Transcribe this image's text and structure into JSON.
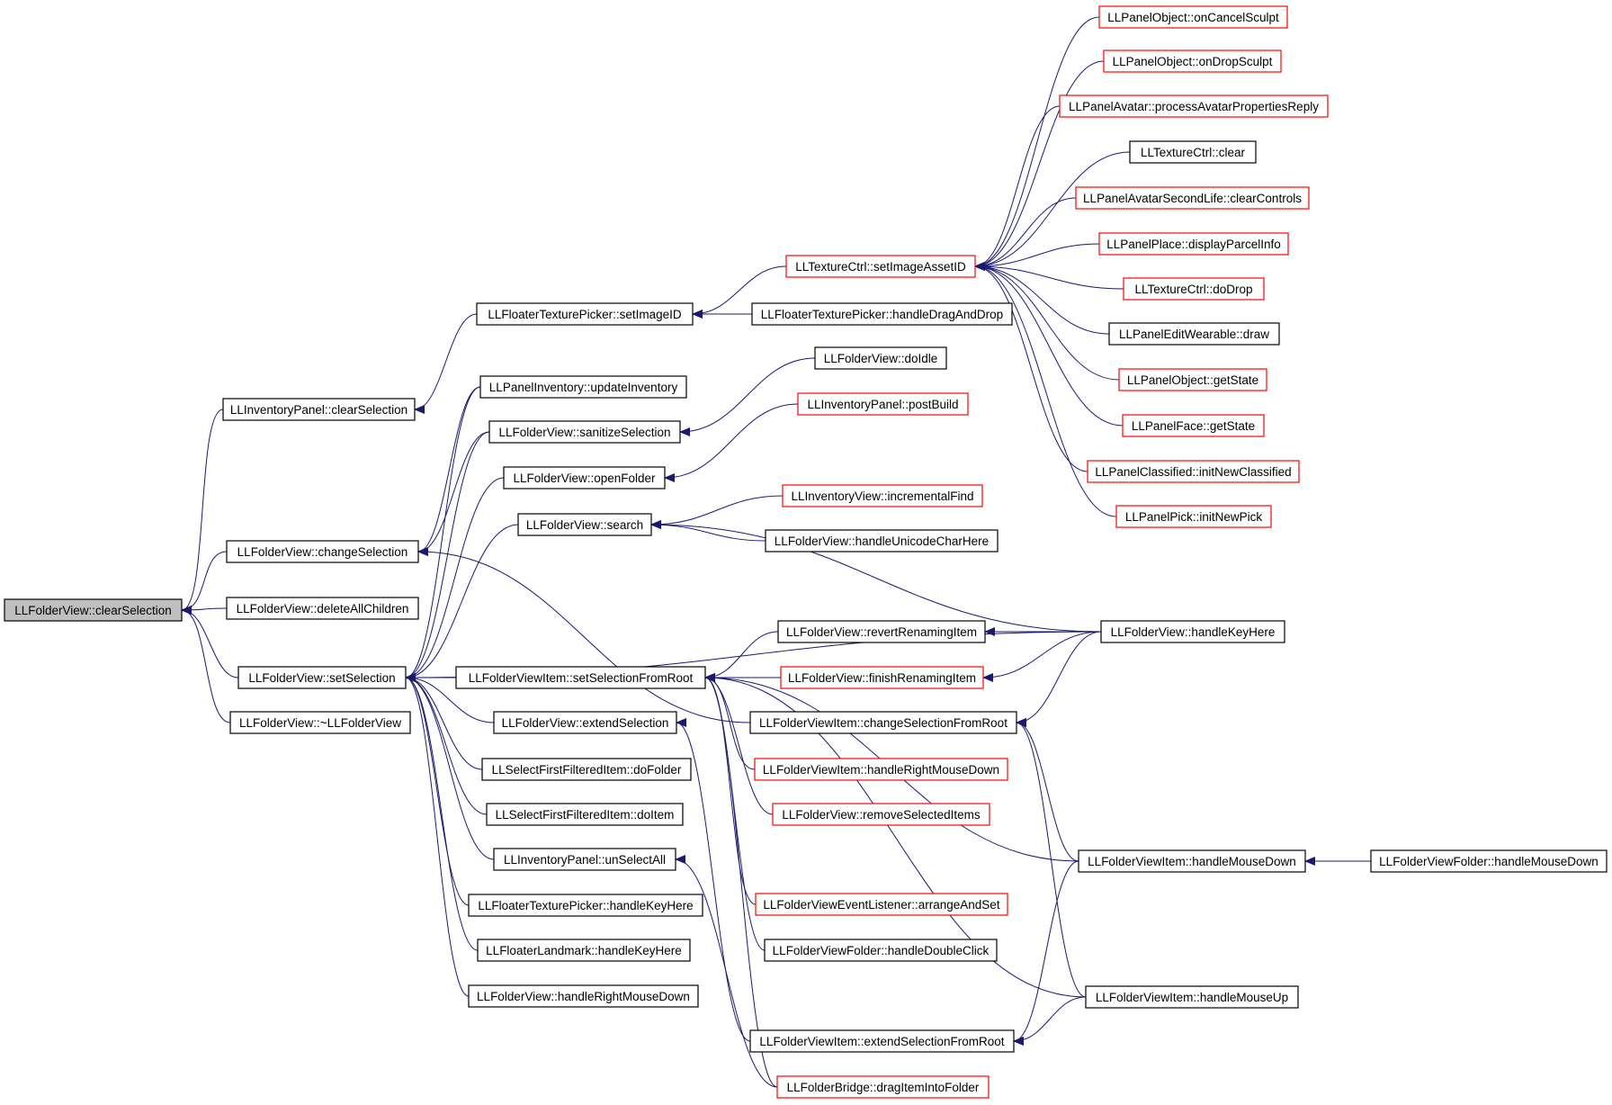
{
  "colors": {
    "edge": "#191970",
    "node_border_normal": "#000000",
    "node_border_truncated": "#ff0000",
    "node_fill_focus": "#bfbfbf",
    "node_fill": "#ffffff"
  },
  "graph": {
    "nodes": [
      {
        "id": "n_clearSel",
        "label": "LLFolderView::clearSelection",
        "style": "focus"
      },
      {
        "id": "n_invClear",
        "label": "LLInventoryPanel::clearSelection",
        "style": "normal"
      },
      {
        "id": "n_chgSel",
        "label": "LLFolderView::changeSelection",
        "style": "normal"
      },
      {
        "id": "n_delAll",
        "label": "LLFolderView::deleteAllChildren",
        "style": "normal"
      },
      {
        "id": "n_setSel",
        "label": "LLFolderView::setSelection",
        "style": "normal"
      },
      {
        "id": "n_dtor",
        "label": "LLFolderView::~LLFolderView",
        "style": "normal"
      },
      {
        "id": "n_ftpSetImg",
        "label": "LLFloaterTexturePicker::setImageID",
        "style": "normal"
      },
      {
        "id": "n_pinvUpd",
        "label": "LLPanelInventory::updateInventory",
        "style": "normal"
      },
      {
        "id": "n_sanitize",
        "label": "LLFolderView::sanitizeSelection",
        "style": "normal"
      },
      {
        "id": "n_openF",
        "label": "LLFolderView::openFolder",
        "style": "normal"
      },
      {
        "id": "n_search",
        "label": "LLFolderView::search",
        "style": "normal"
      },
      {
        "id": "n_fviSSFR",
        "label": "LLFolderViewItem::setSelectionFromRoot",
        "style": "normal"
      },
      {
        "id": "n_extSel",
        "label": "LLFolderView::extendSelection",
        "style": "normal"
      },
      {
        "id": "n_sffDoF",
        "label": "LLSelectFirstFilteredItem::doFolder",
        "style": "normal"
      },
      {
        "id": "n_sffDoI",
        "label": "LLSelectFirstFilteredItem::doItem",
        "style": "normal"
      },
      {
        "id": "n_invUnsel",
        "label": "LLInventoryPanel::unSelectAll",
        "style": "normal"
      },
      {
        "id": "n_ftpKey",
        "label": "LLFloaterTexturePicker::handleKeyHere",
        "style": "normal"
      },
      {
        "id": "n_flmKey",
        "label": "LLFloaterLandmark::handleKeyHere",
        "style": "normal"
      },
      {
        "id": "n_fvRMD",
        "label": "LLFolderView::handleRightMouseDown",
        "style": "normal"
      },
      {
        "id": "n_texSetImg",
        "label": "LLTextureCtrl::setImageAssetID",
        "style": "truncated"
      },
      {
        "id": "n_ftpDnD",
        "label": "LLFloaterTexturePicker::handleDragAndDrop",
        "style": "normal"
      },
      {
        "id": "n_doIdle",
        "label": "LLFolderView::doIdle",
        "style": "normal"
      },
      {
        "id": "n_postBuild",
        "label": "LLInventoryPanel::postBuild",
        "style": "truncated"
      },
      {
        "id": "n_incFind",
        "label": "LLInventoryView::incrementalFind",
        "style": "truncated"
      },
      {
        "id": "n_unicode",
        "label": "LLFolderView::handleUnicodeCharHere",
        "style": "normal"
      },
      {
        "id": "n_revert",
        "label": "LLFolderView::revertRenamingItem",
        "style": "normal"
      },
      {
        "id": "n_finish",
        "label": "LLFolderView::finishRenamingItem",
        "style": "truncated"
      },
      {
        "id": "n_chgSFR",
        "label": "LLFolderViewItem::changeSelectionFromRoot",
        "style": "normal"
      },
      {
        "id": "n_fviRMD",
        "label": "LLFolderViewItem::handleRightMouseDown",
        "style": "truncated"
      },
      {
        "id": "n_remSel",
        "label": "LLFolderView::removeSelectedItems",
        "style": "truncated"
      },
      {
        "id": "n_arrange",
        "label": "LLFolderViewEventListener::arrangeAndSet",
        "style": "truncated"
      },
      {
        "id": "n_fvfDbl",
        "label": "LLFolderViewFolder::handleDoubleClick",
        "style": "normal"
      },
      {
        "id": "n_extSFR",
        "label": "LLFolderViewItem::extendSelectionFromRoot",
        "style": "normal"
      },
      {
        "id": "n_dragInto",
        "label": "LLFolderBridge::dragItemIntoFolder",
        "style": "truncated"
      },
      {
        "id": "n_fvKey",
        "label": "LLFolderView::handleKeyHere",
        "style": "normal"
      },
      {
        "id": "n_fviMD",
        "label": "LLFolderViewItem::handleMouseDown",
        "style": "normal"
      },
      {
        "id": "n_fviMU",
        "label": "LLFolderViewItem::handleMouseUp",
        "style": "normal"
      },
      {
        "id": "n_fvfMD",
        "label": "LLFolderViewFolder::handleMouseDown",
        "style": "normal"
      },
      {
        "id": "n_poCancel",
        "label": "LLPanelObject::onCancelSculpt",
        "style": "truncated"
      },
      {
        "id": "n_poDrop",
        "label": "LLPanelObject::onDropSculpt",
        "style": "truncated"
      },
      {
        "id": "n_paProc",
        "label": "LLPanelAvatar::processAvatarPropertiesReply",
        "style": "truncated"
      },
      {
        "id": "n_tcClear",
        "label": "LLTextureCtrl::clear",
        "style": "normal"
      },
      {
        "id": "n_pasl",
        "label": "LLPanelAvatarSecondLife::clearControls",
        "style": "truncated"
      },
      {
        "id": "n_ppDisp",
        "label": "LLPanelPlace::displayParcelInfo",
        "style": "truncated"
      },
      {
        "id": "n_tcDrop",
        "label": "LLTextureCtrl::doDrop",
        "style": "truncated"
      },
      {
        "id": "n_pewDraw",
        "label": "LLPanelEditWearable::draw",
        "style": "normal"
      },
      {
        "id": "n_poGet",
        "label": "LLPanelObject::getState",
        "style": "truncated"
      },
      {
        "id": "n_pfGet",
        "label": "LLPanelFace::getState",
        "style": "truncated"
      },
      {
        "id": "n_pcInit",
        "label": "LLPanelClassified::initNewClassified",
        "style": "truncated"
      },
      {
        "id": "n_ppInit",
        "label": "LLPanelPick::initNewPick",
        "style": "truncated"
      }
    ],
    "edges": [
      [
        "n_invClear",
        "n_clearSel"
      ],
      [
        "n_chgSel",
        "n_clearSel"
      ],
      [
        "n_delAll",
        "n_clearSel"
      ],
      [
        "n_setSel",
        "n_clearSel"
      ],
      [
        "n_dtor",
        "n_clearSel"
      ],
      [
        "n_ftpSetImg",
        "n_invClear"
      ],
      [
        "n_pinvUpd",
        "n_chgSel"
      ],
      [
        "n_sanitize",
        "n_chgSel"
      ],
      [
        "n_chgSFR",
        "n_chgSel"
      ],
      [
        "n_pinvUpd",
        "n_setSel"
      ],
      [
        "n_sanitize",
        "n_setSel"
      ],
      [
        "n_openF",
        "n_setSel"
      ],
      [
        "n_search",
        "n_setSel"
      ],
      [
        "n_fvKey",
        "n_setSel"
      ],
      [
        "n_fviSSFR",
        "n_setSel"
      ],
      [
        "n_extSel",
        "n_setSel"
      ],
      [
        "n_sffDoF",
        "n_setSel"
      ],
      [
        "n_sffDoI",
        "n_setSel"
      ],
      [
        "n_invUnsel",
        "n_setSel"
      ],
      [
        "n_ftpKey",
        "n_setSel"
      ],
      [
        "n_flmKey",
        "n_setSel"
      ],
      [
        "n_fvRMD",
        "n_setSel"
      ],
      [
        "n_texSetImg",
        "n_ftpSetImg"
      ],
      [
        "n_ftpDnD",
        "n_ftpSetImg"
      ],
      [
        "n_doIdle",
        "n_sanitize"
      ],
      [
        "n_postBuild",
        "n_openF"
      ],
      [
        "n_fvKey",
        "n_search"
      ],
      [
        "n_incFind",
        "n_search"
      ],
      [
        "n_unicode",
        "n_search"
      ],
      [
        "n_revert",
        "n_fviSSFR"
      ],
      [
        "n_finish",
        "n_fviSSFR"
      ],
      [
        "n_fviRMD",
        "n_fviSSFR"
      ],
      [
        "n_remSel",
        "n_fviSSFR"
      ],
      [
        "n_fviMD",
        "n_fviSSFR"
      ],
      [
        "n_arrange",
        "n_fviSSFR"
      ],
      [
        "n_fvfDbl",
        "n_fviSSFR"
      ],
      [
        "n_fviMU",
        "n_fviSSFR"
      ],
      [
        "n_dragInto",
        "n_fviSSFR"
      ],
      [
        "n_extSFR",
        "n_extSel"
      ],
      [
        "n_dragInto",
        "n_invUnsel"
      ],
      [
        "n_fvKey",
        "n_revert"
      ],
      [
        "n_fvKey",
        "n_finish"
      ],
      [
        "n_fvKey",
        "n_chgSFR"
      ],
      [
        "n_fviMD",
        "n_chgSFR"
      ],
      [
        "n_fviMU",
        "n_chgSFR"
      ],
      [
        "n_fviMD",
        "n_extSFR"
      ],
      [
        "n_fviMU",
        "n_extSFR"
      ],
      [
        "n_fvfMD",
        "n_fviMD"
      ],
      [
        "n_poCancel",
        "n_texSetImg"
      ],
      [
        "n_poDrop",
        "n_texSetImg"
      ],
      [
        "n_paProc",
        "n_texSetImg"
      ],
      [
        "n_tcClear",
        "n_texSetImg"
      ],
      [
        "n_pasl",
        "n_texSetImg"
      ],
      [
        "n_ppDisp",
        "n_texSetImg"
      ],
      [
        "n_tcDrop",
        "n_texSetImg"
      ],
      [
        "n_pewDraw",
        "n_texSetImg"
      ],
      [
        "n_poGet",
        "n_texSetImg"
      ],
      [
        "n_pfGet",
        "n_texSetImg"
      ],
      [
        "n_pcInit",
        "n_texSetImg"
      ],
      [
        "n_ppInit",
        "n_texSetImg"
      ]
    ]
  }
}
